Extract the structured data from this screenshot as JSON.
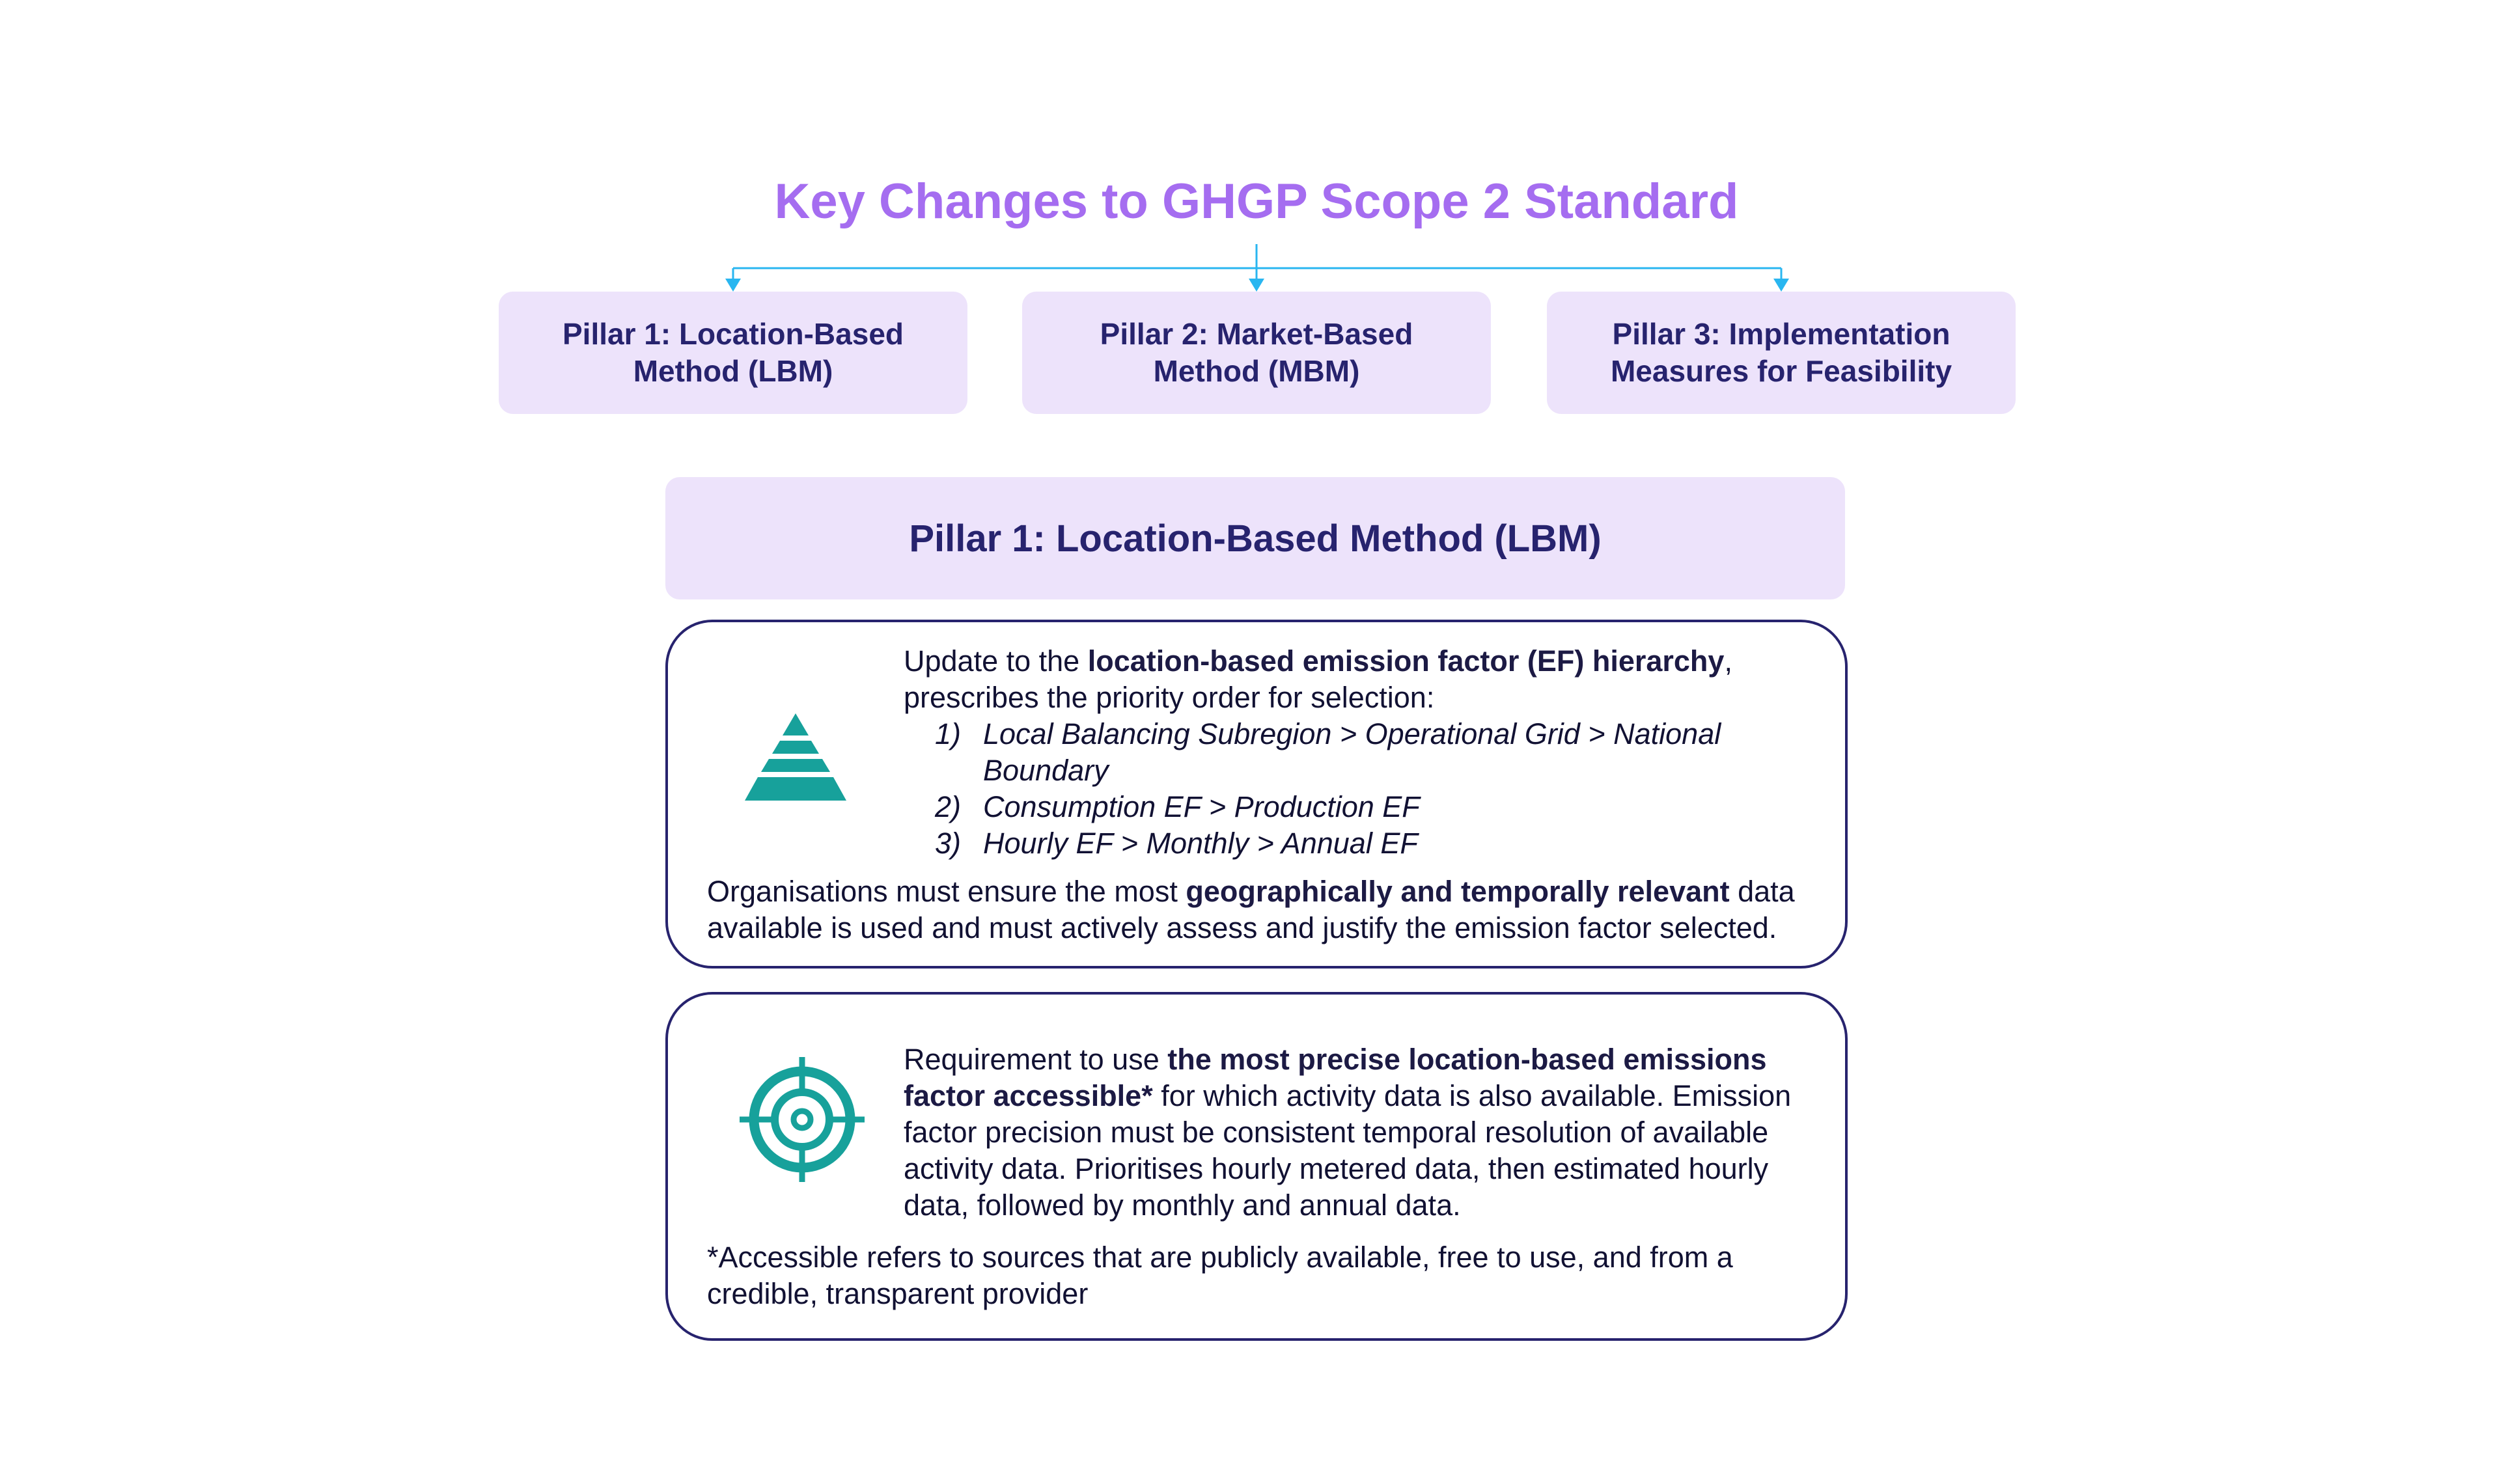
{
  "title": "Key Changes to GHGP Scope 2 Standard",
  "colors": {
    "title": "#A56DF0",
    "pillar_bg": "#EDE3FB",
    "navy": "#27236E",
    "connector": "#29B6F0",
    "icon": "#17A19B"
  },
  "pillars": [
    {
      "line1": "Pillar 1: Location-Based",
      "line2": "Method (LBM)"
    },
    {
      "line1": "Pillar 2: Market-Based",
      "line2": "Method (MBM)"
    },
    {
      "line1": "Pillar 3: Implementation",
      "line2": "Measures for Feasibility"
    }
  ],
  "section_header": "Pillar 1: Location-Based Method (LBM)",
  "card1": {
    "icon": "pyramid-icon",
    "intro_pre": "Update to the ",
    "intro_bold": "location-based emission factor (EF) hierarchy",
    "intro_post": ", prescribes the priority order for selection:",
    "list": [
      {
        "num": "1)",
        "text": "Local Balancing Subregion > Operational Grid > National Boundary"
      },
      {
        "num": "2)",
        "text": "Consumption EF > Production EF"
      },
      {
        "num": "3)",
        "text": "Hourly EF > Monthly > Annual EF"
      }
    ],
    "footer_pre": "Organisations must ensure the most ",
    "footer_bold": "geographically and temporally relevant",
    "footer_post": " data available is used and must actively assess and justify the emission factor selected."
  },
  "card2": {
    "icon": "target-icon",
    "body_pre": "Requirement to use ",
    "body_bold": "the most precise location-based emissions factor accessible*",
    "body_post": " for which activity data is also available. Emission factor precision must be consistent temporal resolution of available activity data. Prioritises hourly metered data, then estimated hourly data, followed by monthly and annual data.",
    "footnote": "*Accessible refers to sources that are publicly available, free to use, and from a credible, transparent provider"
  }
}
